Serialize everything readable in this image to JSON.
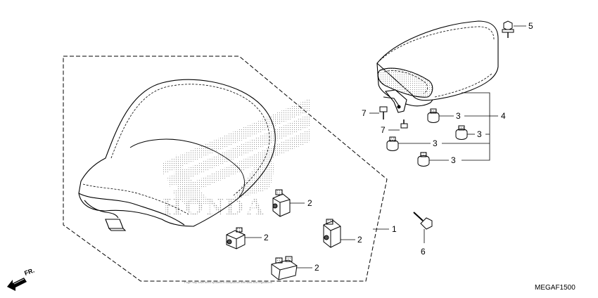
{
  "diagram": {
    "code": "MEGAF1500",
    "direction_label": "FR.",
    "watermark": "HONDA",
    "fine_print": "Page may have been updated in compliance with laws and regulations",
    "callouts": {
      "c1": "1",
      "c2a": "2",
      "c2b": "2",
      "c2c": "2",
      "c2d": "2",
      "c3a": "3",
      "c3b": "3",
      "c3c": "3",
      "c3d": "3",
      "c4": "4",
      "c5": "5",
      "c6": "6",
      "c7a": "7",
      "c7b": "7"
    }
  }
}
